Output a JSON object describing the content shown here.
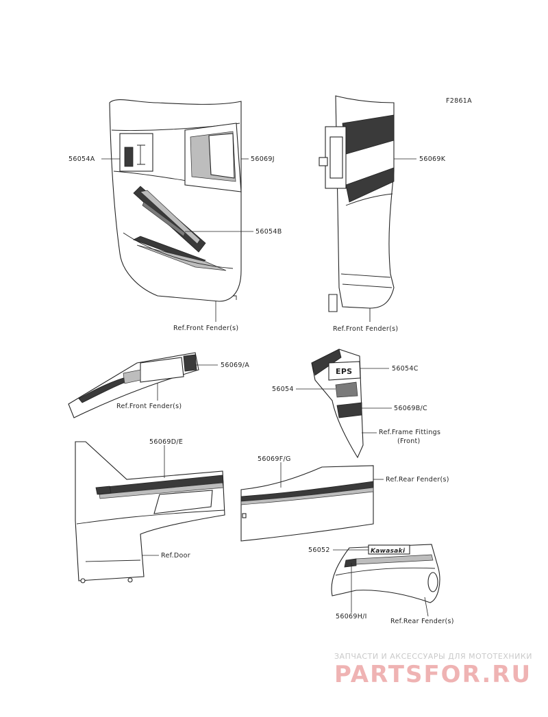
{
  "figure_code": "F2861A",
  "labels": {
    "p56054A": "56054A",
    "p56069J": "56069J",
    "p56054B": "56054B",
    "ref_front_fender_1": "Ref.Front Fender(s)",
    "p56069K": "56069K",
    "ref_front_fender_2": "Ref.Front Fender(s)",
    "p56069A": "56069/A",
    "ref_front_fender_3": "Ref.Front Fender(s)",
    "p56054C": "56054C",
    "p56054": "56054",
    "p56069BC": "56069B/C",
    "ref_frame_1": "Ref.Frame Fittings",
    "ref_frame_2": "(Front)",
    "p56069DE": "56069D/E",
    "p56069FG": "56069F/G",
    "ref_rear_fender_1": "Ref.Rear Fender(s)",
    "ref_door": "Ref.Door",
    "p56052": "56052",
    "p56069HI": "56069H/I",
    "ref_rear_fender_2": "Ref.Rear Fender(s)"
  },
  "decal_text": {
    "kawasaki": "Kawasaki",
    "eps": "EPS"
  },
  "watermark": {
    "line1": "ЗАПЧАСТИ И АКСЕССУАРЫ ДЛЯ МОТОТЕХНИКИ",
    "line2": "PARTSFOR.RU"
  }
}
